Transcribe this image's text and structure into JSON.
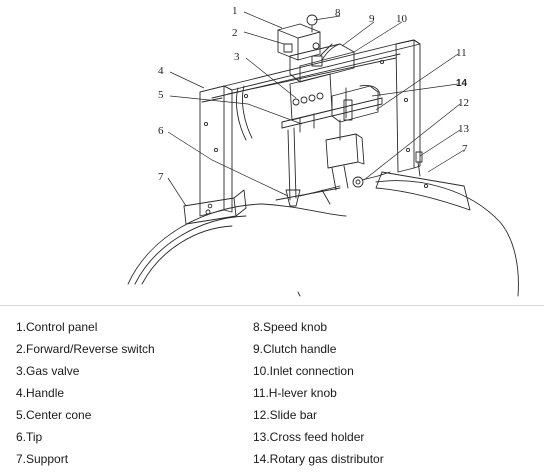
{
  "callouts": [
    "1",
    "2",
    "3",
    "4",
    "5",
    "6",
    "7",
    "8",
    "9",
    "10",
    "11",
    "12",
    "13",
    "14",
    "7"
  ],
  "legend": {
    "left": [
      "1.Control panel",
      "2.Forward/Reverse switch",
      "3.Gas valve",
      "4.Handle",
      "5.Center cone",
      "6.Tip",
      "7.Support"
    ],
    "right": [
      "8.Speed knob",
      "9.Clutch handle",
      "10.Inlet connection",
      "11.H-lever knob",
      "12.Slide bar",
      "13.Cross feed holder",
      "14.Rotary gas distributor"
    ]
  }
}
